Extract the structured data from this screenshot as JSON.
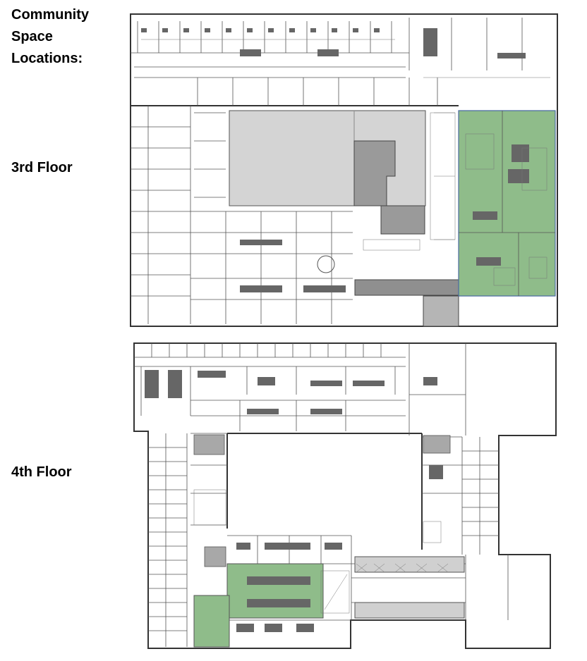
{
  "heading": "Community\nSpace\nLocations:",
  "floors": [
    {
      "label": "3rd Floor"
    },
    {
      "label": "4th Floor"
    }
  ],
  "colors": {
    "community_space": "#8fbc8a",
    "core_gray": "#d4d4d4",
    "dark_gray": "#9a9a9a",
    "plan_line": "#333333",
    "background": "#ffffff"
  }
}
